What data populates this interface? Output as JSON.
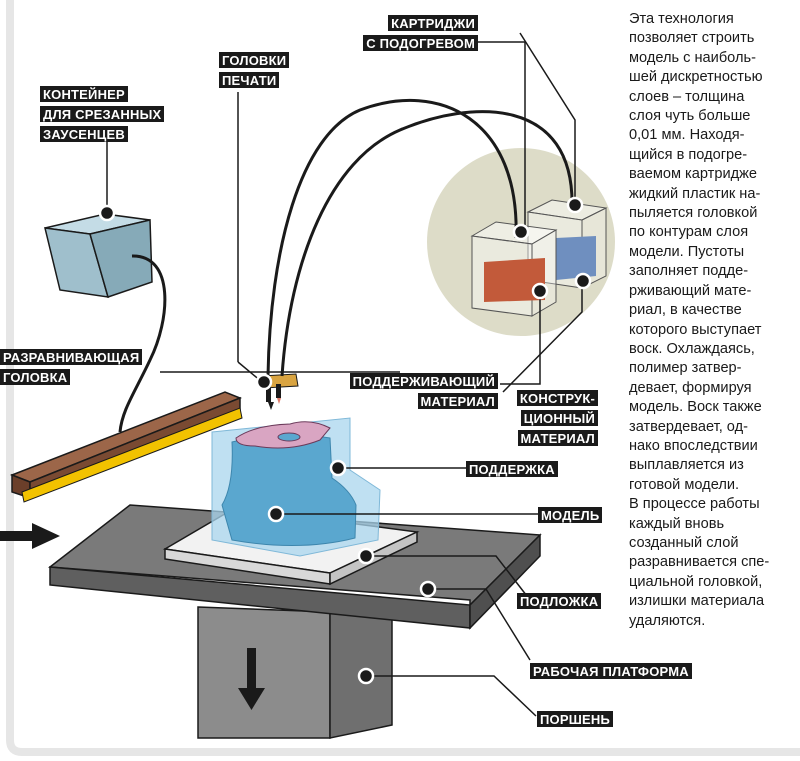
{
  "labels": {
    "container": [
      "КОНТЕЙНЕР",
      "ДЛЯ СРЕЗАННЫХ",
      "ЗАУСЕНЦЕВ"
    ],
    "print_heads": [
      "ГОЛОВКИ",
      "ПЕЧАТИ"
    ],
    "cartridges": [
      "КАРТРИДЖИ",
      "С ПОДОГРЕВОМ"
    ],
    "leveling_head": [
      "РАЗРАВНИВАЮЩАЯ",
      "ГОЛОВКА"
    ],
    "support_material": [
      "ПОДДЕРЖИВАЮЩИЙ",
      "МАТЕРИАЛ"
    ],
    "construction_material": [
      "КОНСТРУК-",
      "ЦИОННЫЙ",
      "МАТЕРИАЛ"
    ],
    "support": "ПОДДЕРЖКА",
    "model": "МОДЕЛЬ",
    "substrate": "ПОДЛОЖКА",
    "work_platform": "РАБОЧАЯ ПЛАТФОРМА",
    "piston": "ПОРШЕНЬ"
  },
  "description": "Эта технология\nпозволяет строить\nмодель с наиболь-\nшей дискретностью\nслоев – толщина\nслоя чуть больше\n0,01 мм. Находя-\nщийся в подогре-\nваемом картридже\nжидкий пластик на-\nпыляется головкой\nпо контурам слоя\nмодели. Пустоты\nзаполняет подде-\nрживающий мате-\nриал, в качестве\nкоторого выступает\nвоск. Охлаждаясь,\nполимер затвер-\nдевает, формируя\nмодель. Воск также\nзатвердевает, од-\nнако впоследствии\nвыплавляется из\nготовой модели.\nВ процессе работы\nкаждый вновь\nсозданный слой\nразравнивается спе-\nциальной головкой,\nизлишки материала\nудаляются.",
  "colors": {
    "label_bg": "#1a1a1a",
    "label_fg": "#ffffff",
    "platform": "#7a7a7a",
    "piston": "#8c8c8c",
    "substrate": "#f2f2f2",
    "model": "#5aa7cf",
    "support": "#a9d6ee",
    "container": "#9fbfcc",
    "leveling_head": "#7a4a32",
    "leveling_blade": "#f2c200",
    "cartridge_support": "#c25a3a",
    "cartridge_construction": "#6f8fbf",
    "halo": "#dddcc8",
    "outline": "#1a1a1a"
  },
  "icons": [
    "arrow-right-icon",
    "arrow-down-icon"
  ]
}
